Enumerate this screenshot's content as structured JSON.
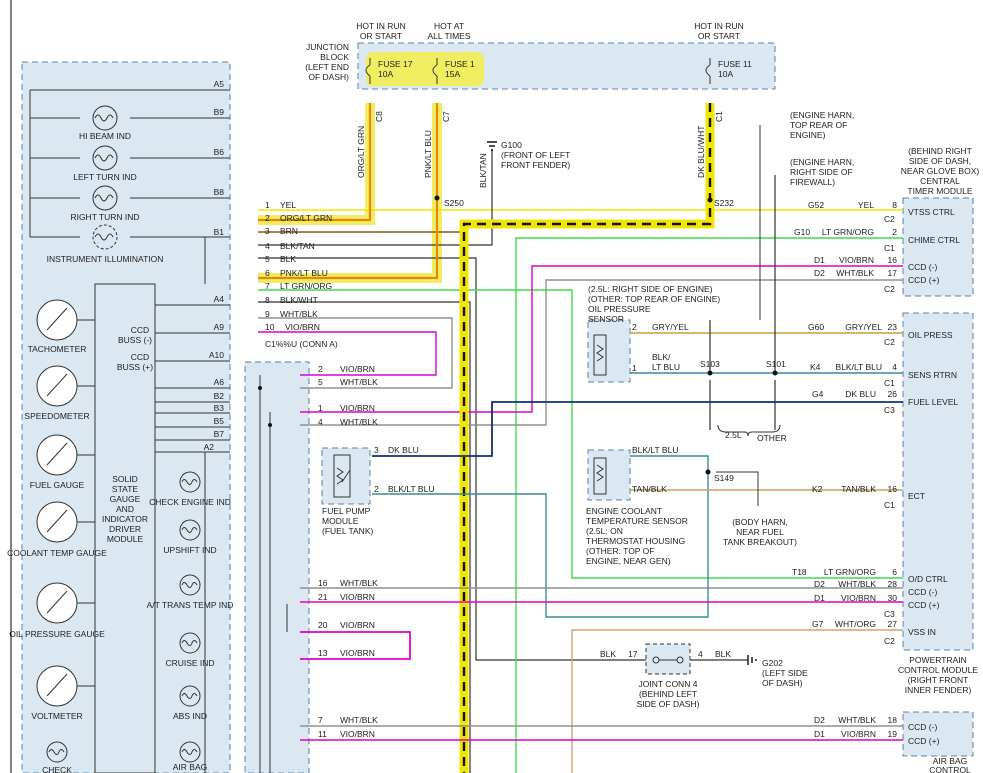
{
  "top_labels": {
    "hot_run_1": [
      "HOT IN RUN",
      "OR START"
    ],
    "hot_all": [
      "HOT AT",
      "ALL TIMES"
    ],
    "hot_run_2": [
      "HOT IN RUN",
      "OR START"
    ]
  },
  "junction_block": [
    "JUNCTION",
    "BLOCK",
    "(LEFT END",
    "OF DASH)"
  ],
  "fuses": [
    {
      "name": "FUSE 17",
      "amps": "10A",
      "pin": "C8"
    },
    {
      "name": "FUSE 1",
      "amps": "15A",
      "pin": "C7"
    },
    {
      "name": "FUSE 11",
      "amps": "10A",
      "pin": "C1"
    }
  ],
  "vertical_wires": {
    "org_lt_grn": "ORG/LT GRN",
    "pnk_lt_blu": "PNK/LT BLU",
    "blk_tan": "BLK/TAN",
    "dk_blu_wht": "DK BLU/WHT"
  },
  "g100": [
    "G100",
    "(FRONT OF LEFT",
    "FRONT FENDER)"
  ],
  "splices": {
    "s250": "S250",
    "s232": "S232",
    "s103": "S103",
    "s101": "S101",
    "s149": "S149"
  },
  "cluster_pins": [
    {
      "pin": "A5"
    },
    {
      "pin": "B9"
    },
    {
      "pin": "B6"
    },
    {
      "pin": "B8"
    },
    {
      "pin": "B1"
    },
    {
      "pin": "A4"
    },
    {
      "pin": "A9"
    },
    {
      "pin": "A10"
    },
    {
      "pin": "A6"
    },
    {
      "pin": "B2"
    },
    {
      "pin": "B3"
    },
    {
      "pin": "B5"
    },
    {
      "pin": "B7"
    },
    {
      "pin": "A2"
    }
  ],
  "cluster_lamps": [
    "HI BEAM IND",
    "LEFT TURN IND",
    "RIGHT TURN IND",
    "INSTRUMENT ILLUMINATION"
  ],
  "gauges": [
    "TACHOMETER",
    "SPEEDOMETER",
    "FUEL GAUGE",
    "COOLANT TEMP GAUGE",
    "OIL PRESSURE GAUGE",
    "VOLTMETER"
  ],
  "indicators": [
    "CHECK ENGINE IND",
    "UPSHIFT IND",
    "A/T TRANS TEMP IND",
    "CRUISE IND",
    "ABS IND",
    "AIR BAG"
  ],
  "ccd_bus_minus": [
    "CCD",
    "BUSS (-)"
  ],
  "ccd_bus_plus": [
    "CCD",
    "BUSS (+)"
  ],
  "driver_module": [
    "SOLID",
    "STATE",
    "GAUGE",
    "AND",
    "INDICATOR",
    "DRIVER",
    "MODULE"
  ],
  "check_bottom": "CHECK",
  "conn_a_wires": [
    {
      "pin": "1",
      "color": "YEL"
    },
    {
      "pin": "2",
      "color": "ORG/LT GRN"
    },
    {
      "pin": "3",
      "color": "BRN"
    },
    {
      "pin": "4",
      "color": "BLK/TAN"
    },
    {
      "pin": "5",
      "color": "BLK"
    },
    {
      "pin": "6",
      "color": "PNK/LT BLU"
    },
    {
      "pin": "7",
      "color": "LT GRN/ORG"
    },
    {
      "pin": "8",
      "color": "BLK/WHT"
    },
    {
      "pin": "9",
      "color": "WHT/BLK"
    },
    {
      "pin": "10",
      "color": "VIO/BRN"
    }
  ],
  "conn_a_label": "C1%%U (CONN A)",
  "conn_b_wires": [
    {
      "pin": "2",
      "color": "VIO/BRN"
    },
    {
      "pin": "5",
      "color": "WHT/BLK"
    },
    {
      "pin": "1",
      "color": "VIO/BRN"
    },
    {
      "pin": "4",
      "color": "WHT/BLK"
    },
    {
      "pin": "3",
      "color": "DK BLU"
    },
    {
      "pin": "2",
      "color": "BLK/LT BLU"
    },
    {
      "pin": "16",
      "color": "WHT/BLK"
    },
    {
      "pin": "21",
      "color": "VIO/BRN"
    },
    {
      "pin": "20",
      "color": "VIO/BRN"
    },
    {
      "pin": "13",
      "color": "VIO/BRN"
    },
    {
      "pin": "7",
      "color": "WHT/BLK"
    },
    {
      "pin": "11",
      "color": "VIO/BRN"
    }
  ],
  "fuel_pump": [
    "FUEL PUMP",
    "MODULE",
    "(FUEL TANK)"
  ],
  "engine_harness_1": [
    "(ENGINE HARN,",
    "TOP REAR OF",
    "ENGINE)"
  ],
  "engine_harness_2": [
    "(ENGINE HARN,",
    "RIGHT SIDE OF",
    "FIREWALL)"
  ],
  "oil_sensor": [
    "(2.5L: RIGHT SIDE OF ENGINE)",
    "(OTHER: TOP REAR OF ENGINE)",
    "OIL PRESSURE",
    "SENSOR"
  ],
  "oil_sensor_wires": [
    {
      "pin": "2",
      "color": "GRY/YEL"
    },
    {
      "pin": "1",
      "color": "BLK/",
      "color2": "LT BLU"
    }
  ],
  "coolant_sensor": [
    "ENGINE COOLANT",
    "TEMPERATURE SENSOR",
    "(2.5L: ON",
    "THERMOSTAT HOUSING",
    "(OTHER: TOP OF",
    "ENGINE, NEAR GEN)"
  ],
  "coolant_wires": [
    {
      "color": "BLK/LT BLU"
    },
    {
      "color": "TAN/BLK"
    }
  ],
  "other_label": "OTHER",
  "l25_label": "2.5L",
  "body_harness": [
    "(BODY HARN,",
    "NEAR FUEL",
    "TANK BREAKOUT)"
  ],
  "central_timer": {
    "title": [
      "(BEHIND RIGHT",
      "SIDE OF DASH,",
      "NEAR GLOVE BOX)",
      "CENTRAL",
      "TIMER MODULE"
    ],
    "rows": [
      {
        "circuit": "G52",
        "color": "YEL",
        "pin": "8",
        "conn": "C2",
        "func": "VTSS CTRL"
      },
      {
        "circuit": "G10",
        "color": "LT GRN/ORG",
        "pin": "2",
        "conn": "C1",
        "func": "CHIME CTRL"
      },
      {
        "circuit": "D1",
        "color": "VIO/BRN",
        "pin": "16",
        "conn": "",
        "func": "CCD (-)"
      },
      {
        "circuit": "D2",
        "color": "WHT/BLK",
        "pin": "17",
        "conn": "C2",
        "func": "CCD (+)"
      }
    ]
  },
  "pcm": {
    "title": [
      "POWERTRAIN",
      "CONTROL MODULE",
      "(RIGHT FRONT",
      "INNER FENDER)"
    ],
    "rows": [
      {
        "circuit": "G60",
        "color": "GRY/YEL",
        "pin": "23",
        "conn": "C2",
        "func": "OIL PRESS"
      },
      {
        "circuit": "K4",
        "color": "BLK/LT BLU",
        "pin": "4",
        "conn": "C1",
        "func": "SENS RTRN"
      },
      {
        "circuit": "G4",
        "color": "DK BLU",
        "pin": "26",
        "conn": "C3",
        "func": "FUEL LEVEL"
      },
      {
        "circuit": "K2",
        "color": "TAN/BLK",
        "pin": "16",
        "conn": "C1",
        "func": "ECT"
      },
      {
        "circuit": "T18",
        "color": "LT GRN/ORG",
        "pin": "6",
        "conn": "",
        "func": "O/D CTRL"
      },
      {
        "circuit": "D2",
        "color": "WHT/BLK",
        "pin": "28",
        "conn": "",
        "func": "CCD (-)"
      },
      {
        "circuit": "D1",
        "color": "VIO/BRN",
        "pin": "30",
        "conn": "C3",
        "func": "CCD (+)"
      },
      {
        "circuit": "G7",
        "color": "WHT/ORG",
        "pin": "27",
        "conn": "C2",
        "func": "VSS IN"
      }
    ]
  },
  "joint_conn": {
    "title": [
      "JOINT CONN 4",
      "(BEHIND LEFT",
      "SIDE OF DASH)"
    ],
    "left": {
      "color": "BLK",
      "pin": "17"
    },
    "right": {
      "pin": "4",
      "color": "BLK"
    }
  },
  "g202": [
    "G202",
    "(LEFT SIDE",
    "OF DASH)"
  ],
  "airbag": {
    "title": [
      "AIR BAG",
      "CONTROL"
    ],
    "rows": [
      {
        "circuit": "D2",
        "color": "WHT/BLK",
        "pin": "18",
        "func": "CCD (-)"
      },
      {
        "circuit": "D1",
        "color": "VIO/BRN",
        "pin": "19",
        "func": "CCD (+)"
      }
    ]
  },
  "colors": {
    "yellow": "#f2e600",
    "highlight": "#f0ee60",
    "orange_wire": "#e8860a",
    "magenta": "#e000c8",
    "green": "#44d84a",
    "navy": "#103070",
    "teal": "#3a8a9a",
    "brown": "#8a5a1a",
    "gray": "#909090",
    "dash": "#6080a0",
    "module_fill": "#dbe8f2"
  }
}
